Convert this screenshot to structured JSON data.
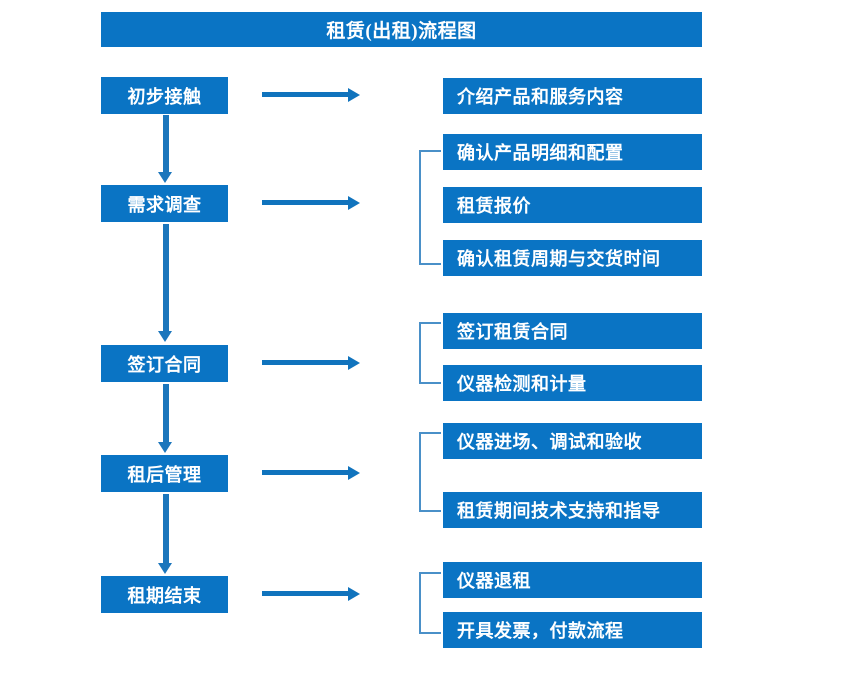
{
  "diagram": {
    "title": "租赁(出租)流程图",
    "accent_color": "#0a74c4",
    "arrow_color": "#1073bd",
    "bracket_color": "#4a90c8",
    "text_color": "#ffffff"
  },
  "stages": [
    {
      "label": "初步接触"
    },
    {
      "label": "需求调查"
    },
    {
      "label": "签订合同"
    },
    {
      "label": "租后管理"
    },
    {
      "label": "租期结束"
    }
  ],
  "details": [
    {
      "label": "介绍产品和服务内容"
    },
    {
      "label": "确认产品明细和配置"
    },
    {
      "label": "租赁报价"
    },
    {
      "label": "确认租赁周期与交货时间"
    },
    {
      "label": "签订租赁合同"
    },
    {
      "label": "仪器检测和计量"
    },
    {
      "label": "仪器进场、调试和验收"
    },
    {
      "label": "租赁期间技术支持和指导"
    },
    {
      "label": "仪器退租"
    },
    {
      "label": "开具发票，付款流程"
    }
  ]
}
